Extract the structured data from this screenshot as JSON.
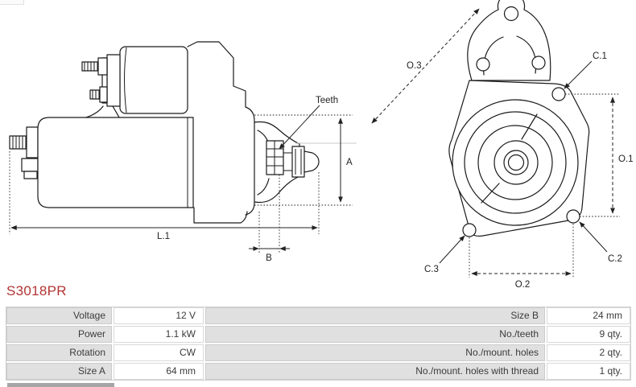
{
  "product": {
    "code": "S3018PR"
  },
  "diagram": {
    "side_labels": {
      "teeth": "Teeth",
      "a": "A",
      "l1": "L.1",
      "b": "B"
    },
    "front_labels": {
      "o1": "O.1",
      "o2": "O.2",
      "o3": "O.3",
      "c1": "C.1",
      "c2": "C.2",
      "c3": "C.3"
    }
  },
  "specs": {
    "left": [
      {
        "label": "Voltage",
        "value": "12 V"
      },
      {
        "label": "Power",
        "value": "1.1 kW"
      },
      {
        "label": "Rotation",
        "value": "CW"
      },
      {
        "label": "Size A",
        "value": "64 mm"
      }
    ],
    "right": [
      {
        "label": "Size B",
        "value": "24 mm"
      },
      {
        "label": "No./teeth",
        "value": "9 qty."
      },
      {
        "label": "No./mount. holes",
        "value": "2 qty."
      },
      {
        "label": "No./mount. holes with thread",
        "value": "1 qty."
      }
    ]
  },
  "colors": {
    "product_code_red": "#b23434",
    "table_label_bg": "#e0e0e0",
    "table_border": "#cccccc",
    "drawing_line": "#1a1a1a",
    "partial_row_gray": "#a6a6a6"
  }
}
